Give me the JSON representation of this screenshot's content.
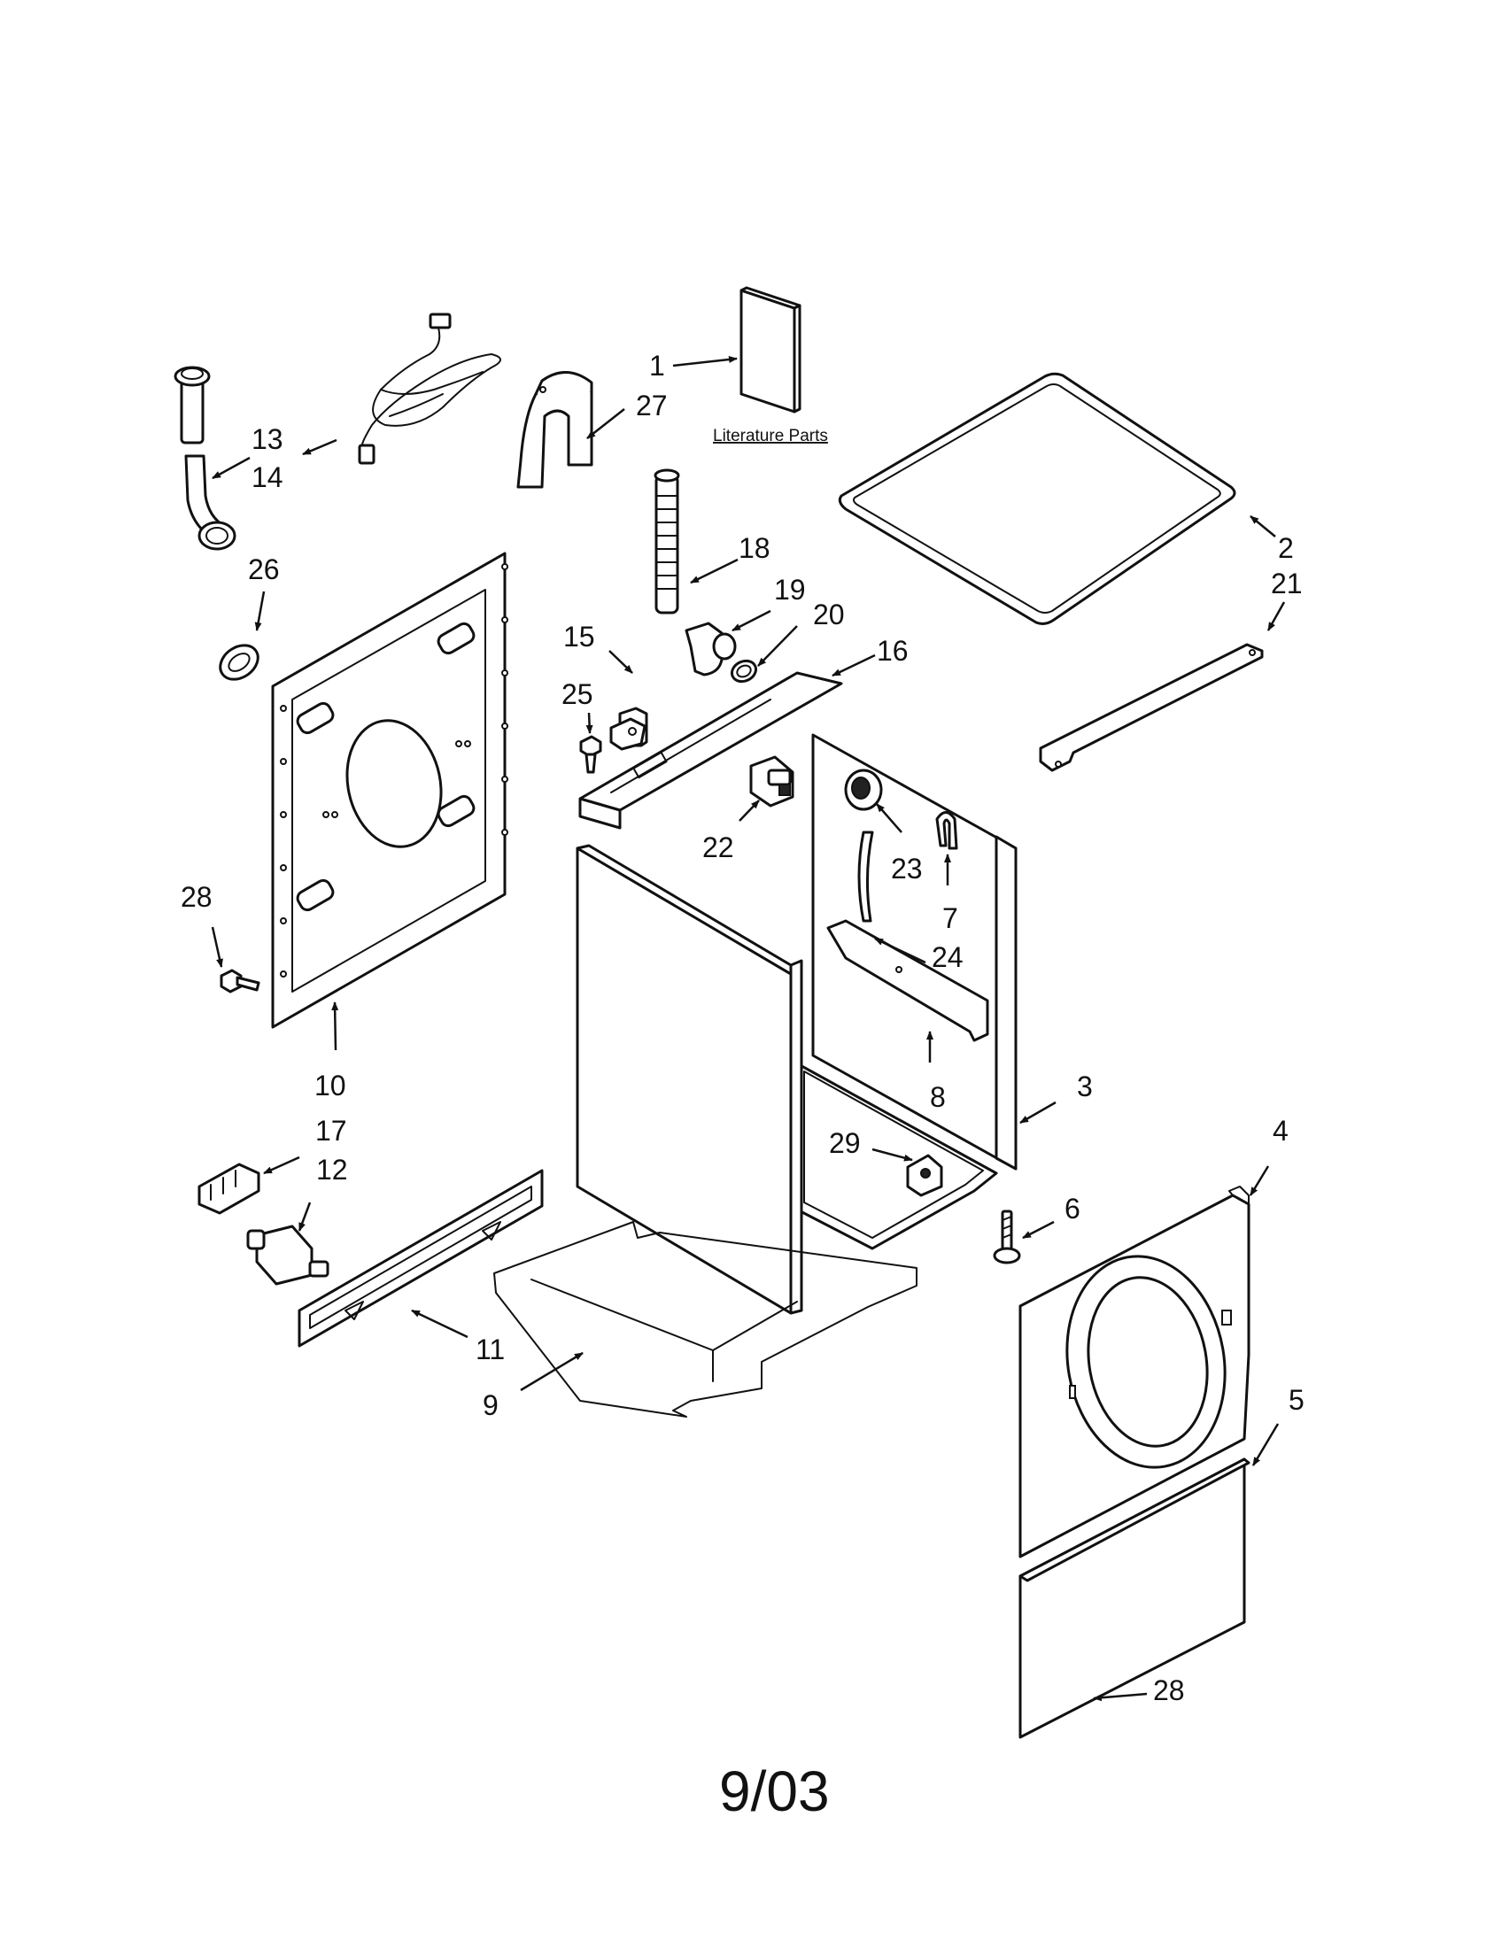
{
  "literature_label": "Literature Parts",
  "date": "9/03",
  "callouts": {
    "c1": "1",
    "c2": "2",
    "c3": "3",
    "c4": "4",
    "c5": "5",
    "c6": "6",
    "c7": "7",
    "c8": "8",
    "c9": "9",
    "c10": "10",
    "c11": "11",
    "c12": "12",
    "c13": "13",
    "c14": "14",
    "c15": "15",
    "c16": "16",
    "c17": "17",
    "c18": "18",
    "c19": "19",
    "c20": "20",
    "c21": "21",
    "c22": "22",
    "c23": "23",
    "c24": "24",
    "c25": "25",
    "c26": "26",
    "c27": "27",
    "c28a": "28",
    "c28b": "28",
    "c29": "29"
  }
}
